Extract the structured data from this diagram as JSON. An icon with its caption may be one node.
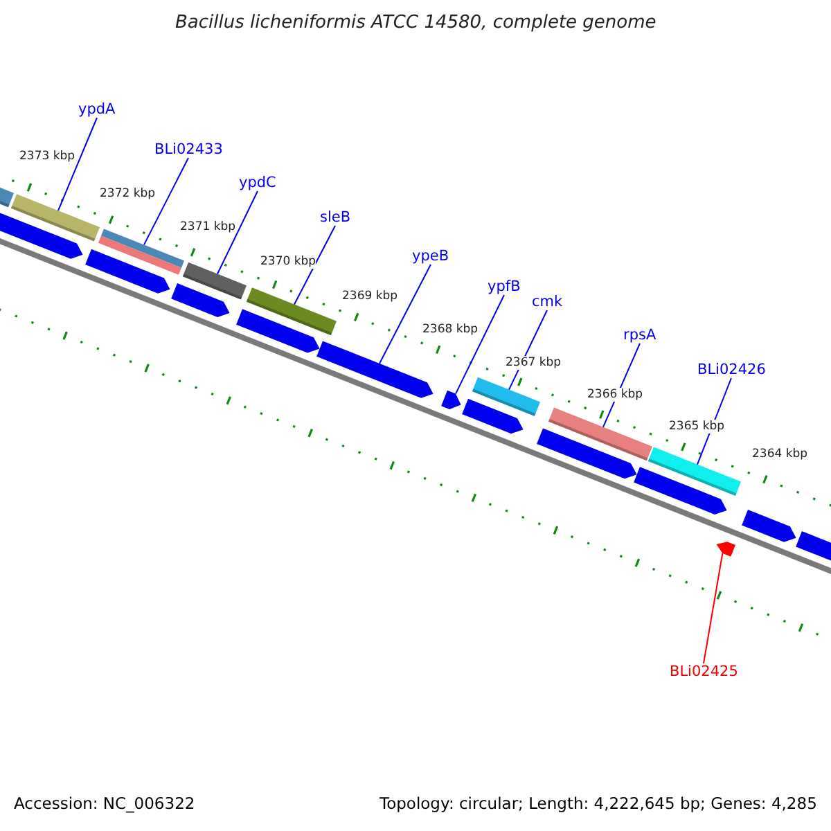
{
  "diagram": {
    "title": "Bacillus licheniformis ATCC 14580, complete genome",
    "nodes": [
      {
        "text": [
          "ypdA"
        ]
      },
      {
        "text": [],
        "shape": "bar"
      },
      {
        "text": [
          "BLi02433"
        ]
      },
      {
        "text": [],
        "shape": "bar"
      },
      {
        "text": [
          "ypdC"
        ]
      },
      {
        "text": [],
        "shape": "bar"
      },
      {
        "text": [
          "sleB"
        ]
      },
      {
        "text": [],
        "shape": "bar"
      },
      {
        "text": [
          "ypeB"
        ]
      },
      {
        "text": [],
        "shape": "arrow"
      },
      {
        "text": [
          "ypfB"
        ]
      },
      {
        "text": [],
        "shape": "arrow"
      },
      {
        "text": [
          "cmk"
        ]
      },
      {
        "text": [],
        "shape": "bar"
      },
      {
        "text": [
          "rpsA"
        ]
      },
      {
        "text": [],
        "shape": "bar"
      },
      {
        "text": [
          "BLi02426"
        ]
      },
      {
        "text": [],
        "shape": "bar"
      },
      {
        "text": [
          "BLi02425"
        ]
      },
      {
        "text": [],
        "shape": "arrow"
      },
      {
        "text": [],
        "shape": "bar"
      },
      {
        "text": [],
        "shape": "arrow"
      },
      {
        "text": [],
        "shape": "arrow"
      },
      {
        "text": [],
        "shape": "arrow"
      },
      {
        "text": [],
        "shape": "arrow"
      },
      {
        "text": [],
        "shape": "arrow"
      },
      {
        "text": [],
        "shape": "arrow"
      },
      {
        "text": [],
        "shape": "arrow"
      },
      {
        "text": [],
        "shape": "arrow"
      },
      {
        "text": [],
        "shape": "arrow"
      }
    ],
    "edges": [
      {
        "from": 0,
        "to": 1,
        "arrow": "none"
      },
      {
        "from": 2,
        "to": 3,
        "arrow": "none"
      },
      {
        "from": 4,
        "to": 5,
        "arrow": "none"
      },
      {
        "from": 6,
        "to": 7,
        "arrow": "none"
      },
      {
        "from": 8,
        "to": 9,
        "arrow": "none"
      },
      {
        "from": 10,
        "to": 11,
        "arrow": "none"
      },
      {
        "from": 12,
        "to": 13,
        "arrow": "none"
      },
      {
        "from": 14,
        "to": 15,
        "arrow": "none"
      },
      {
        "from": 16,
        "to": 17,
        "arrow": "none"
      },
      {
        "from": 18,
        "to": 19,
        "arrow": "none",
        "color": "#ff0000"
      }
    ],
    "labels": [
      "2373 kbp",
      "2372 kbp",
      "2371 kbp",
      "2370 kbp",
      "2369 kbp",
      "2368 kbp",
      "2367 kbp",
      "2366 kbp",
      "2365 kbp",
      "2364 kbp",
      "Accession: NC_006322",
      "Topology: circular; Length: 4,222,645 bp; Genes: 4,285"
    ]
  }
}
